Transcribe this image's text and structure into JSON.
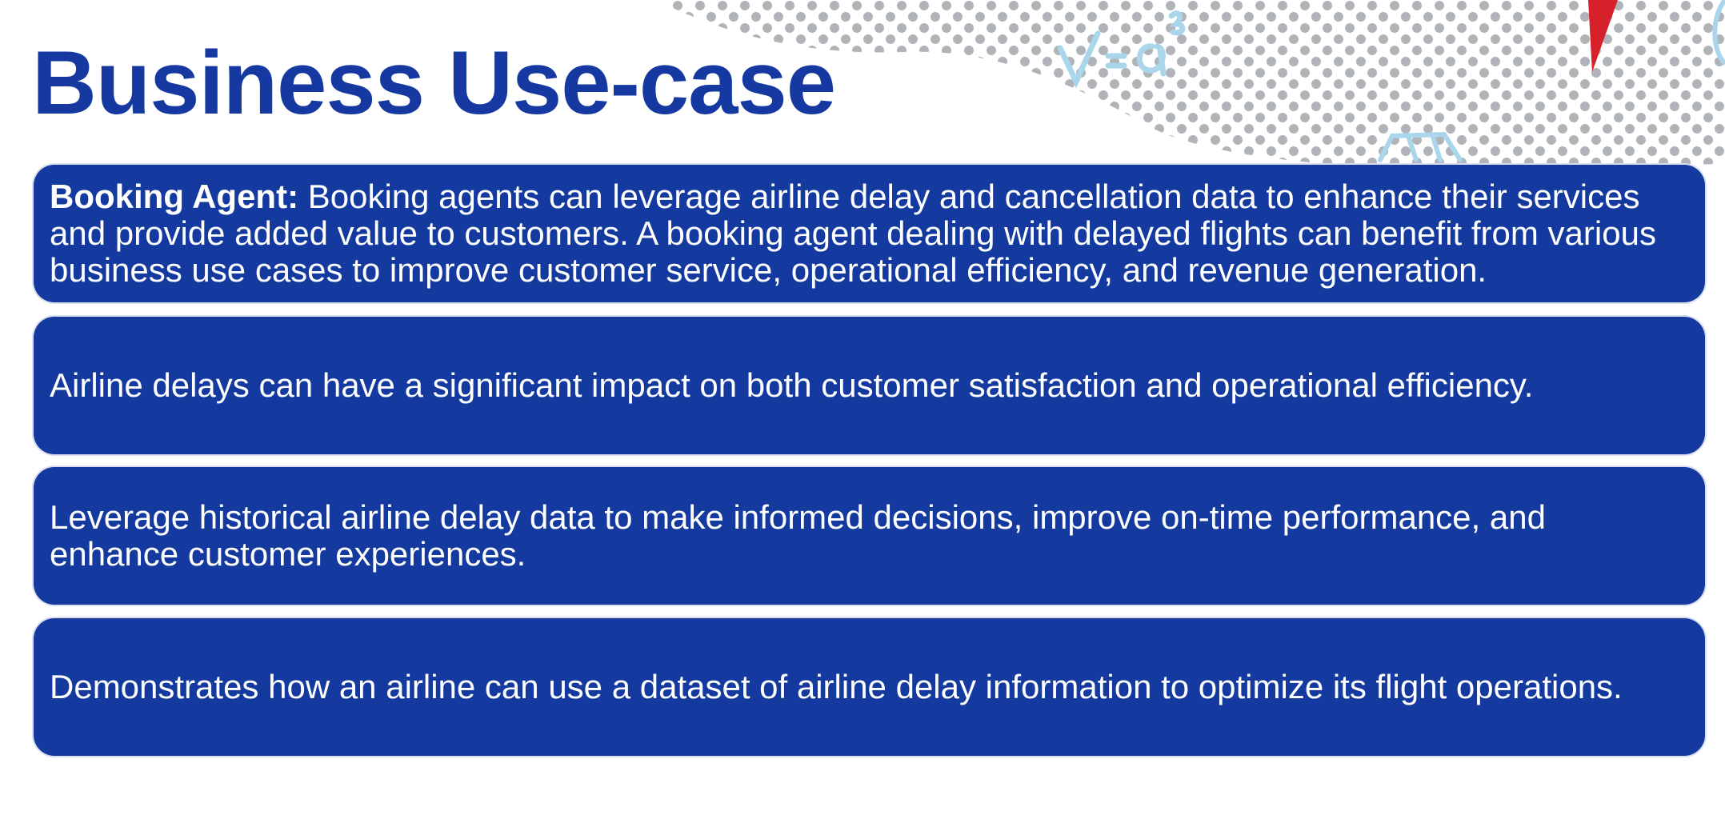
{
  "slide": {
    "title": "Business Use-case"
  },
  "cards": [
    {
      "lead": "Booking Agent:",
      "text": " Booking agents can leverage airline delay and cancellation data to enhance their services and provide added value to customers. A booking agent dealing with delayed flights can benefit from various business use cases to improve customer service, operational efficiency, and revenue generation."
    },
    {
      "text": "Airline delays can have a significant impact on both customer satisfaction and operational efficiency."
    },
    {
      "text": "Leverage historical airline delay data to make informed decisions, improve on-time performance, and enhance customer experiences."
    },
    {
      "text": "Demonstrates how an airline can use a dataset of airline delay information to optimize its flight operations."
    }
  ],
  "colors": {
    "accent": "#1539a0",
    "card_background": "#143aa0",
    "card_text": "#ffffff",
    "dot_pattern": "#b0b3b8",
    "red_accent": "#d6202a",
    "sketch_lines": "#a9d6ea"
  }
}
